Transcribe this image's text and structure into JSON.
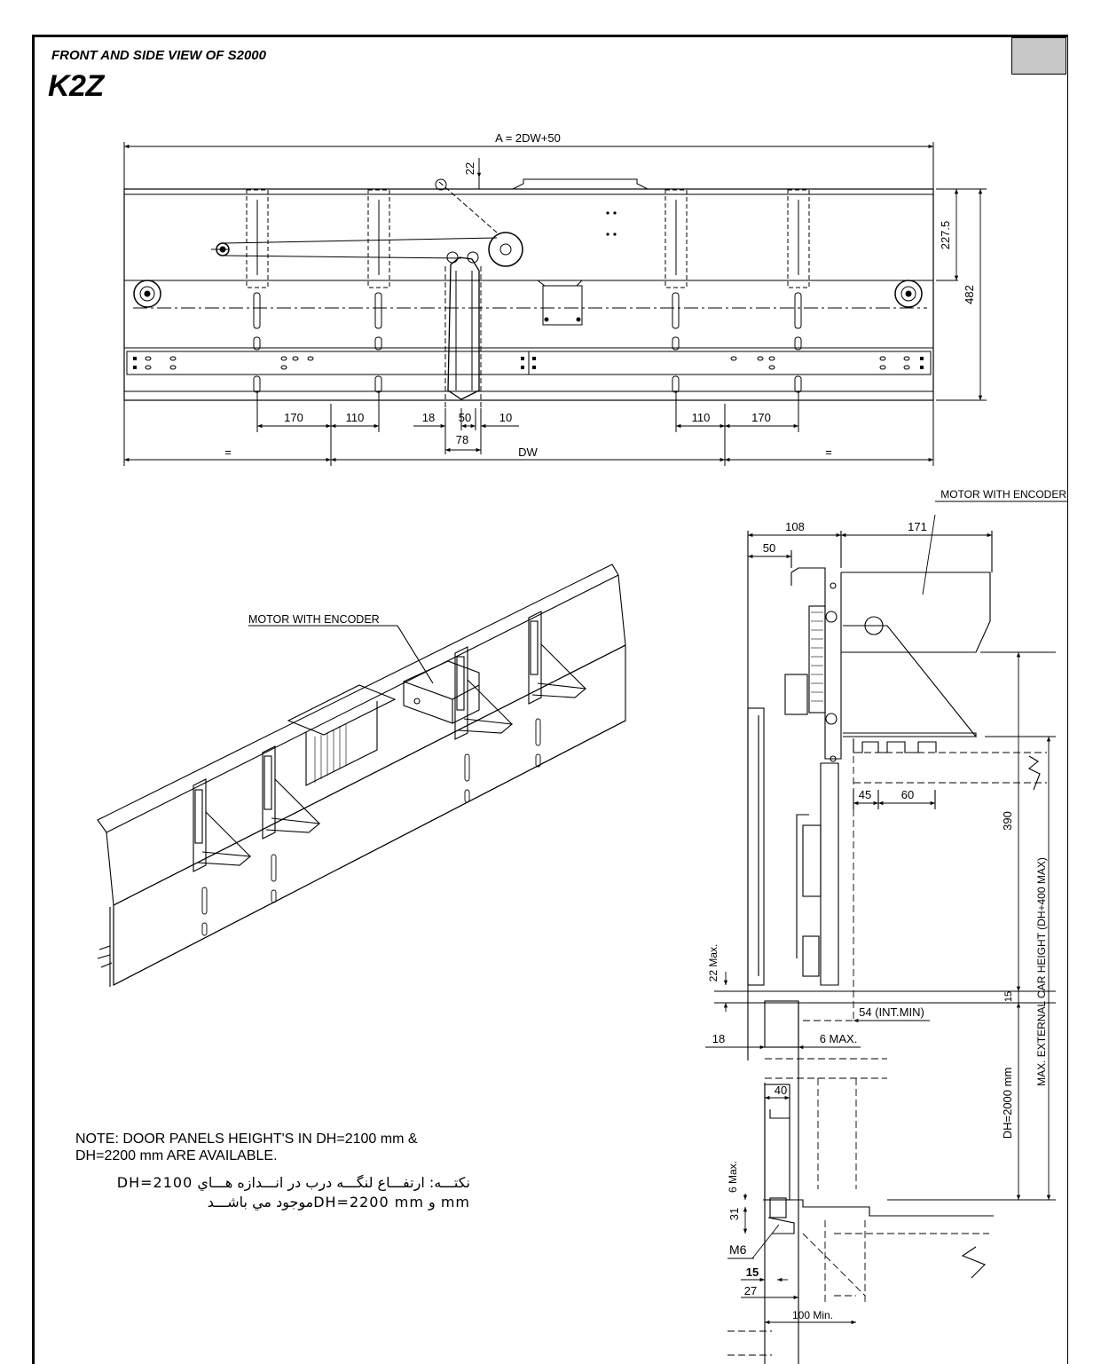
{
  "header": {
    "subtitle": "FRONT AND SIDE VIEW OF S2000",
    "title": "K2Z"
  },
  "front_view": {
    "dim_overall": "A = 2DW+50",
    "dim_top_offset": "22",
    "dim_height_upper": "227.5",
    "dim_height_total": "482",
    "dim_left_170": "170",
    "dim_left_110": "110",
    "dim_18": "18",
    "dim_50": "50",
    "dim_10": "10",
    "dim_78": "78",
    "dim_right_110": "110",
    "dim_right_170": "170",
    "dim_left_equal": "=",
    "dim_dw": "DW",
    "dim_right_equal": "="
  },
  "iso_view": {
    "label_motor": "MOTOR WITH ENCODER"
  },
  "side_view": {
    "label_motor": "MOTOR WITH ENCODER",
    "dim_108": "108",
    "dim_171": "171",
    "dim_50": "50",
    "dim_45": "45",
    "dim_60": "60",
    "dim_390": "390",
    "dim_car_height": "MAX. EXTERNAL CAR HEIGHT (DH+400 MAX)",
    "dim_22max": "22 Max.",
    "dim_15": "15",
    "dim_54": "54 (INT.MIN)",
    "dim_18": "18",
    "dim_6max": "6 MAX.",
    "dim_dh": "DH=2000 mm",
    "dim_40": "40",
    "dim_6max_lower": "6 Max.",
    "dim_31": "31",
    "label_m6": "M6",
    "dim_15_lower": "15",
    "dim_27": "27",
    "dim_100min": "100 Min."
  },
  "note": {
    "en": "NOTE:  DOOR PANELS HEIGHT'S IN DH=2100 mm & DH=2200 mm ARE AVAILABLE.",
    "fa": "نکتـــه: ارتفـــاع لنگـــه درب در انـــدازه هـــاي DH=2100 mm و DH=2200 mmموجود مي باشـــد"
  }
}
